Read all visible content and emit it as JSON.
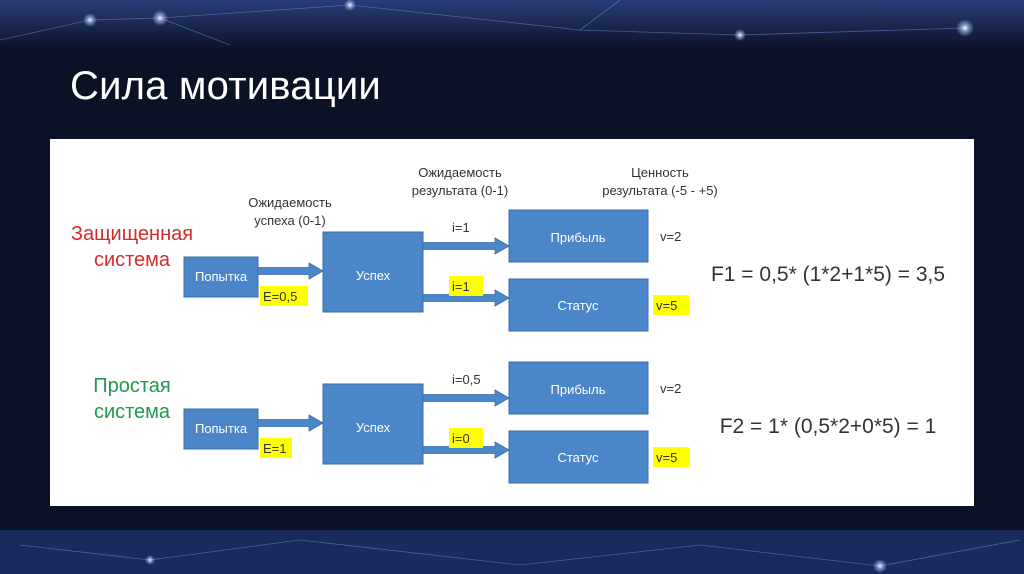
{
  "slide": {
    "title": "Сила мотивации"
  },
  "headers": {
    "success_expectancy": [
      "Ожидаемость",
      "успеха (0-1)"
    ],
    "result_expectancy": [
      "Ожидаемость",
      "результата (0-1)"
    ],
    "result_value": [
      "Ценность",
      "результата (-5 - +5)"
    ]
  },
  "systems": [
    {
      "name_lines": [
        "Защищенная",
        "система"
      ],
      "name_color": "#d42b2b",
      "attempt_label": "Попытка",
      "e_label": "E=0,5",
      "success_label": "Успех",
      "profit": {
        "i_label": "i=1",
        "i_highlight": false,
        "box_label": "Прибыль",
        "v_label": "v=2",
        "v_highlight": false
      },
      "status": {
        "i_label": "i=1",
        "i_highlight": true,
        "box_label": "Статус",
        "v_label": "v=5",
        "v_highlight": true
      },
      "formula": "F1 = 0,5* (1*2+1*5) = 3,5"
    },
    {
      "name_lines": [
        "Простая",
        "система"
      ],
      "name_color": "#1f9a4a",
      "attempt_label": "Попытка",
      "e_label": "E=1",
      "success_label": "Успех",
      "profit": {
        "i_label": "i=0,5",
        "i_highlight": false,
        "box_label": "Прибыль",
        "v_label": "v=2",
        "v_highlight": false
      },
      "status": {
        "i_label": "i=0",
        "i_highlight": true,
        "box_label": "Статус",
        "v_label": "v=5",
        "v_highlight": true
      },
      "formula": "F2 = 1* (0,5*2+0*5) = 1"
    }
  ],
  "colors": {
    "box_fill": "#4a86c8",
    "box_stroke": "#3a6ea8",
    "highlight": "#ffff00",
    "text_dark": "#333333",
    "background": "#0b1226"
  }
}
